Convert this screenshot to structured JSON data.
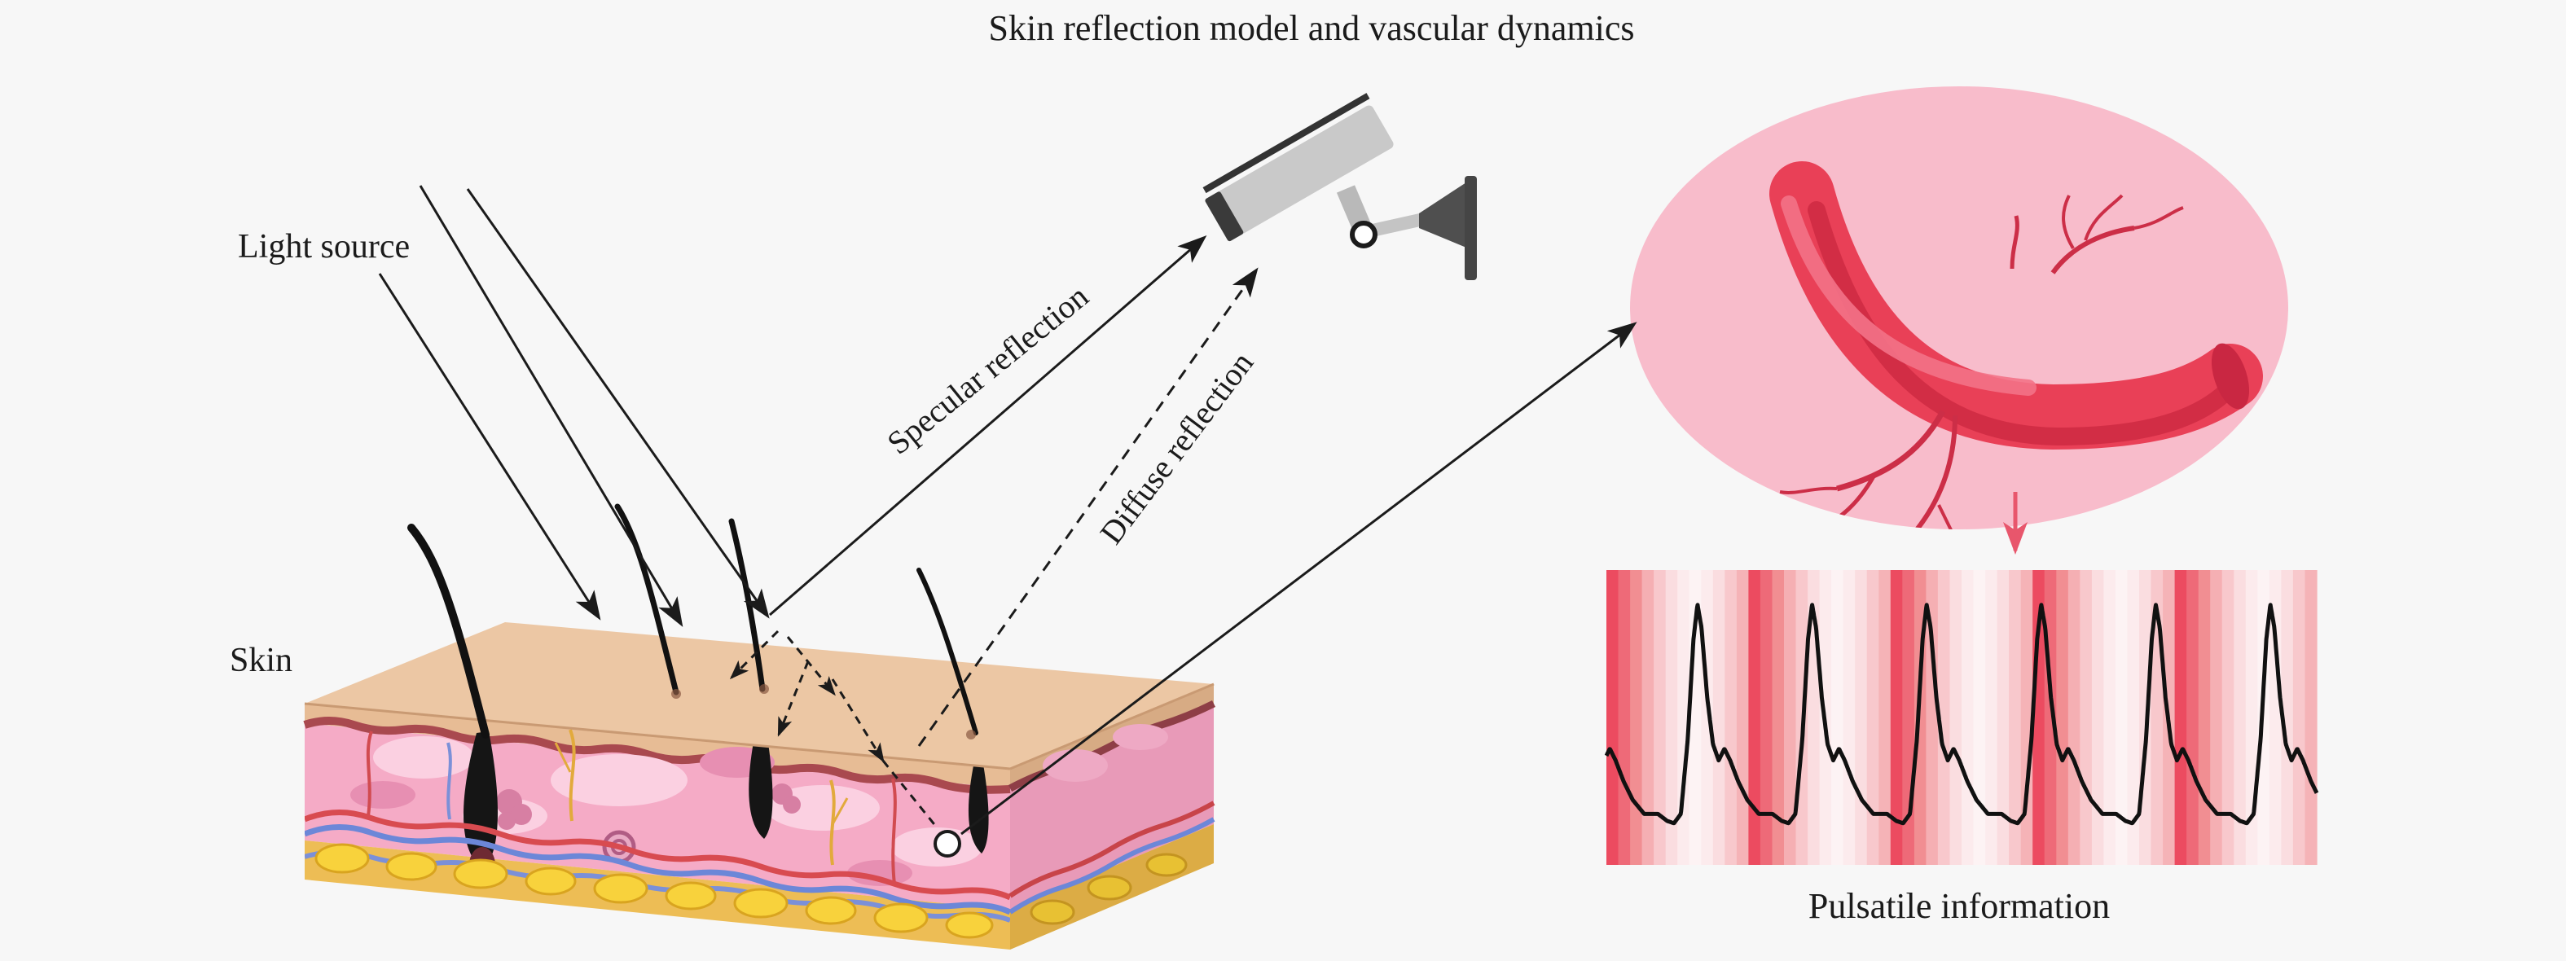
{
  "title": "Skin reflection model and vascular dynamics",
  "labels": {
    "light_source": "Light source",
    "skin": "Skin",
    "specular_reflection": "Specular reflection",
    "diffuse_reflection": "Diffuse reflection",
    "pulsatile_information": "Pulsatile information"
  },
  "icons": {
    "camera": "surveillance-camera",
    "skin_block": "skin-cross-section",
    "vessel": "blood-vessel",
    "capillary_marker": "capillary-circle-marker"
  },
  "colors": {
    "background": "#f7f7f7",
    "text": "#1b1b1b",
    "arrow": "#1b1b1b",
    "camera_body": "#c9c9c9",
    "camera_mount": "#4f4f4f",
    "ellipse_fill": "#f8bccb",
    "vessel": "#e94057",
    "vessel_shadow": "#cf2b44",
    "vessel_highlight": "#f37287",
    "vessel_arrow": "#e8566c",
    "skin_top": "#ecc7a4",
    "epidermis": "#e7bc95",
    "dermis": "#f5abc6",
    "fat_layer": "#edbd55",
    "fat_blob": "#f8d23c",
    "waveform": "#111111"
  },
  "chart_data": {
    "type": "line",
    "title": "Pulsatile information",
    "description": "Pulsatile blood-volume (PPG) waveform over ~6 cardiac cycles on a red/pink striped intensity background",
    "x_cycles": 6.2,
    "phase_offset": 0.55,
    "y_range": [
      0,
      1
    ],
    "cycle_points": [
      [
        0,
        0.1
      ],
      [
        0.08,
        0.07
      ],
      [
        0.14,
        0.06
      ],
      [
        0.2,
        0.1
      ],
      [
        0.26,
        0.42
      ],
      [
        0.31,
        0.85
      ],
      [
        0.345,
        1
      ],
      [
        0.38,
        0.9
      ],
      [
        0.43,
        0.6
      ],
      [
        0.48,
        0.4
      ],
      [
        0.53,
        0.33
      ],
      [
        0.58,
        0.38
      ],
      [
        0.63,
        0.33
      ],
      [
        0.7,
        0.24
      ],
      [
        0.78,
        0.16
      ],
      [
        0.88,
        0.1
      ],
      [
        1,
        0.1
      ]
    ],
    "line_color": "#111111",
    "background_stripe_periods": 5,
    "background_stripe_colors": [
      "#ec4b60",
      "#ee6a78",
      "#f18e92",
      "#f5afb3",
      "#f8c8cc",
      "#fadde0",
      "#fcebed",
      "#fdf3f4",
      "#fcebed",
      "#fadde0",
      "#f8c8cc",
      "#f5b3b7"
    ]
  }
}
